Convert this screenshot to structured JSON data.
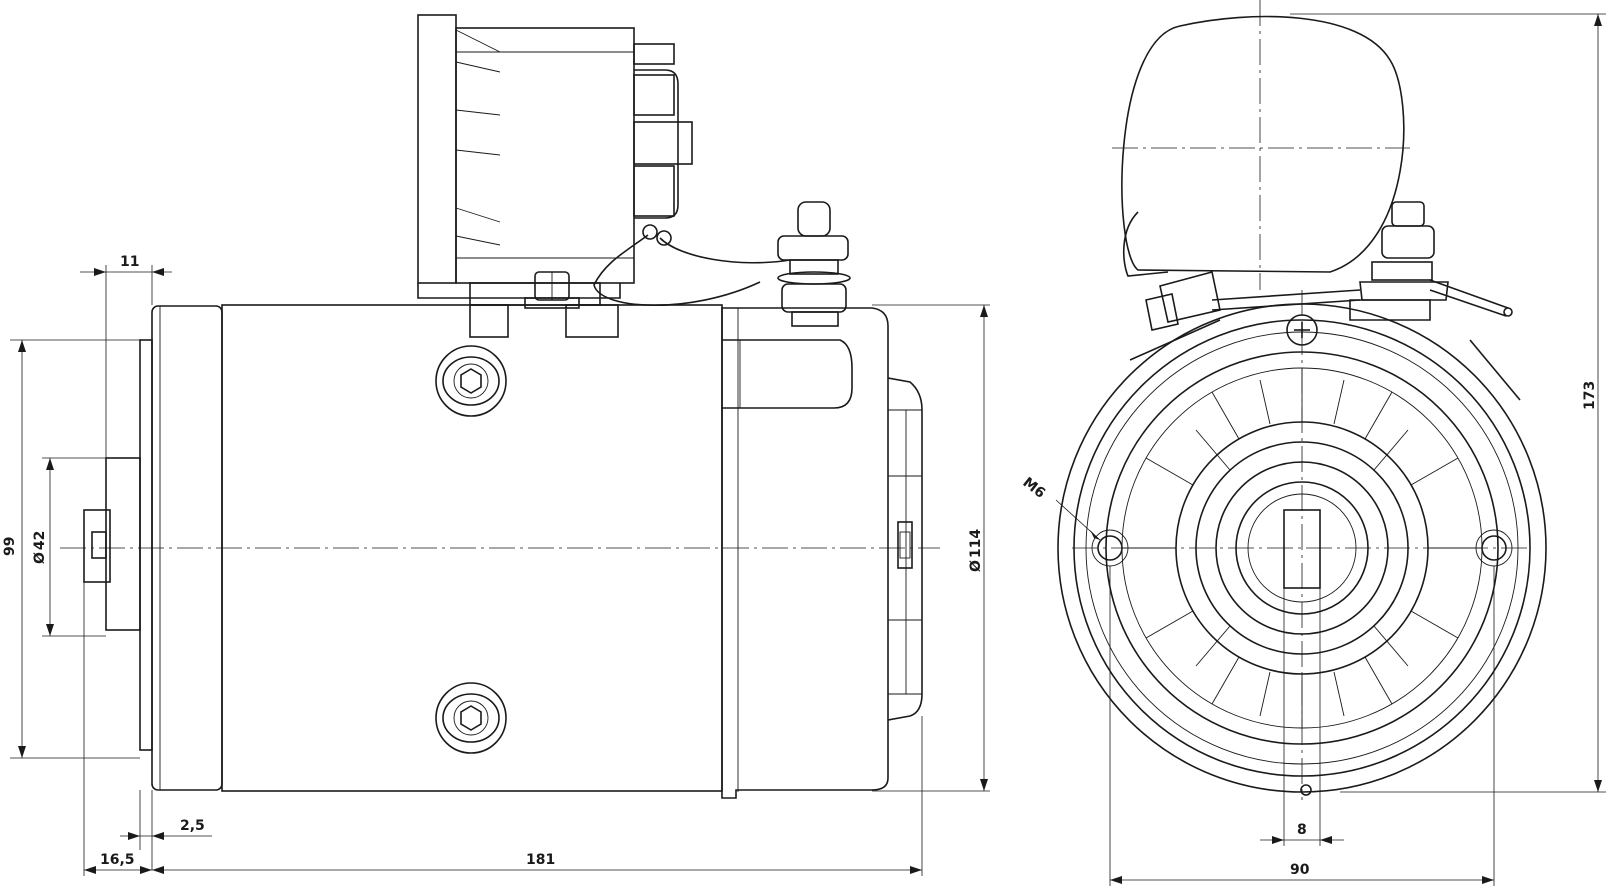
{
  "dimensions": {
    "d11": "11",
    "d99": "99",
    "d42": "42",
    "d114": "114",
    "d2_5": "2,5",
    "d16_5": "16,5",
    "d181": "181",
    "d173": "173",
    "d8": "8",
    "d90": "90",
    "m6": "M6"
  },
  "symbols": {
    "diameter": "Ø"
  }
}
